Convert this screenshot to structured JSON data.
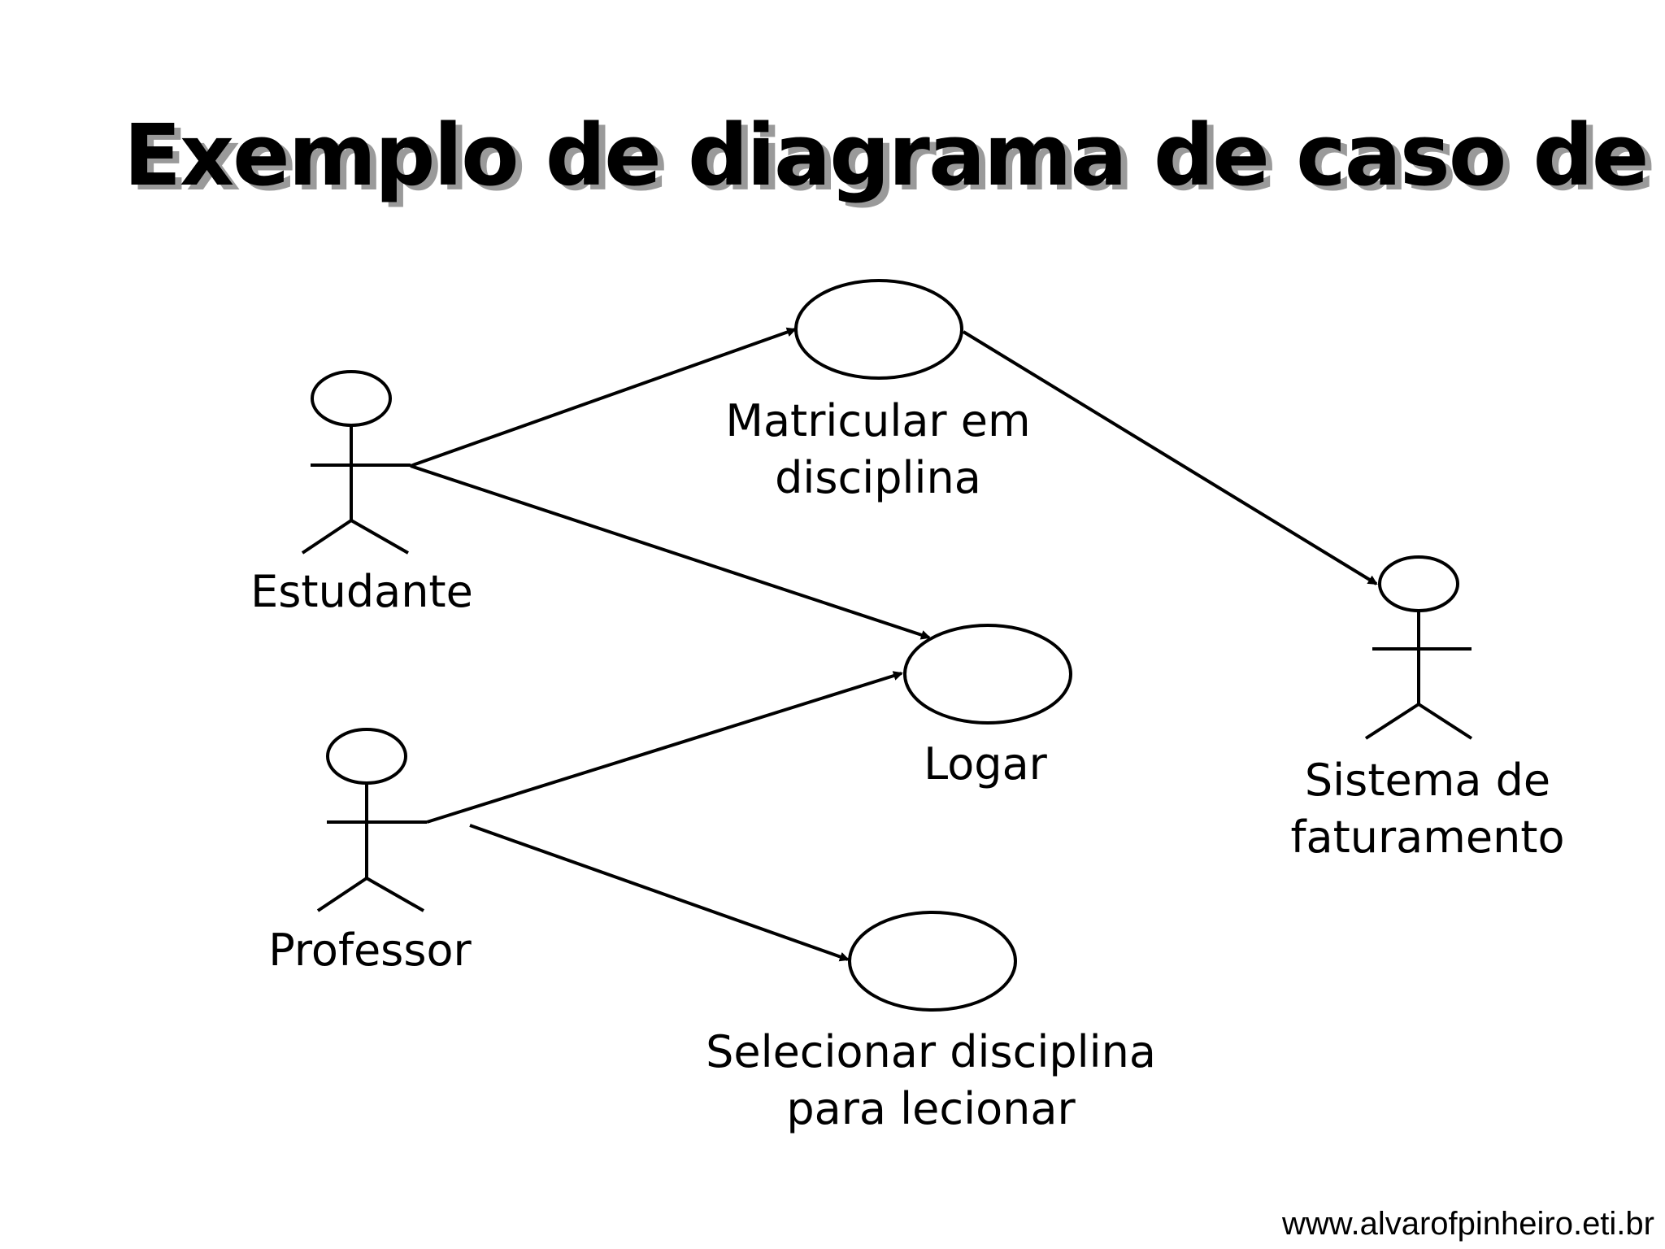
{
  "title": "Exemplo de diagrama de caso de uso",
  "actors": {
    "estudante": "Estudante",
    "professor": "Professor",
    "sistema": [
      "Sistema de",
      "faturamento"
    ]
  },
  "use_cases": {
    "matricular": [
      "Matricular em",
      "disciplina"
    ],
    "logar": "Logar",
    "selecionar": [
      "Selecionar disciplina",
      "para lecionar"
    ]
  },
  "footer": "www.alvarofpinheiro.eti.br",
  "colors": {
    "line": "#000000",
    "background": "#ffffff",
    "title_shadow": "#9a9a9a"
  }
}
